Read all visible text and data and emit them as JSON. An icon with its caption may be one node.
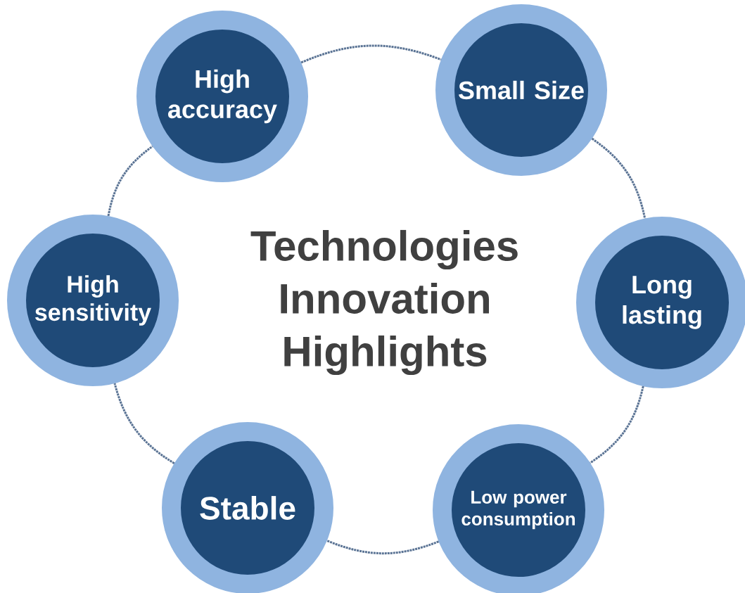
{
  "diagram": {
    "title": "Technologies Innovation Highlights",
    "nodes": [
      {
        "text": [
          "High accuracy"
        ]
      },
      {
        "text": [
          "Small Size"
        ]
      },
      {
        "text": [
          "High sensitivity"
        ]
      },
      {
        "text": [
          "Long lasting"
        ]
      },
      {
        "text": [
          "Stable"
        ]
      },
      {
        "text": [
          "Low power consumption"
        ]
      }
    ],
    "edges": [
      {
        "from": 0,
        "to": 1,
        "arrow": "none",
        "style": "dashed"
      },
      {
        "from": 1,
        "to": 3,
        "arrow": "none",
        "style": "dashed"
      },
      {
        "from": 3,
        "to": 5,
        "arrow": "none",
        "style": "dashed"
      },
      {
        "from": 5,
        "to": 4,
        "arrow": "none",
        "style": "dashed"
      },
      {
        "from": 4,
        "to": 2,
        "arrow": "none",
        "style": "dashed"
      },
      {
        "from": 2,
        "to": 0,
        "arrow": "none",
        "style": "dashed"
      }
    ]
  }
}
